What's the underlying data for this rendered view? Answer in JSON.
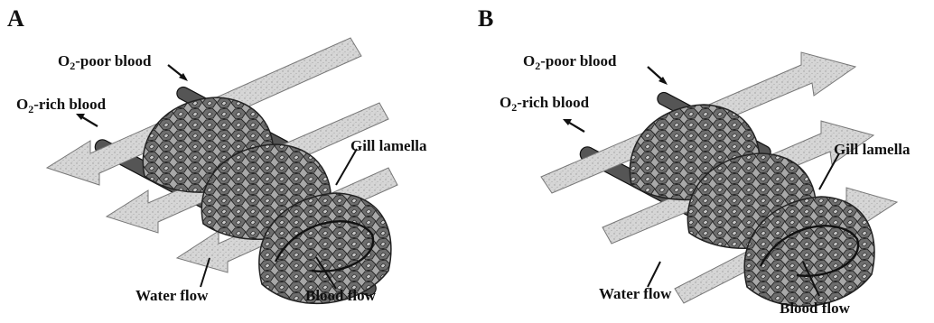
{
  "panels": [
    {
      "letter": "A",
      "flow": "countercurrent",
      "labels": {
        "o2_poor_prefix": "O",
        "o2_poor_sub": "2",
        "o2_poor_suffix": "-poor blood",
        "o2_rich_prefix": "O",
        "o2_rich_sub": "2",
        "o2_rich_suffix": "-rich blood",
        "gill_lamella": "Gill lamella",
        "water_flow": "Water flow",
        "blood_flow": "Blood flow"
      }
    },
    {
      "letter": "B",
      "flow": "concurrent",
      "labels": {
        "o2_poor_prefix": "O",
        "o2_poor_sub": "2",
        "o2_poor_suffix": "-poor blood",
        "o2_rich_prefix": "O",
        "o2_rich_sub": "2",
        "o2_rich_suffix": "-rich blood",
        "gill_lamella": "Gill lamella",
        "water_flow": "Water flow",
        "blood_flow": "Blood flow"
      }
    }
  ],
  "colors": {
    "water_arrow_fill": "#d2d2d2",
    "lamella_fill": "#9a9a9a",
    "vessel_fill": "#555555",
    "ink": "#111111"
  }
}
